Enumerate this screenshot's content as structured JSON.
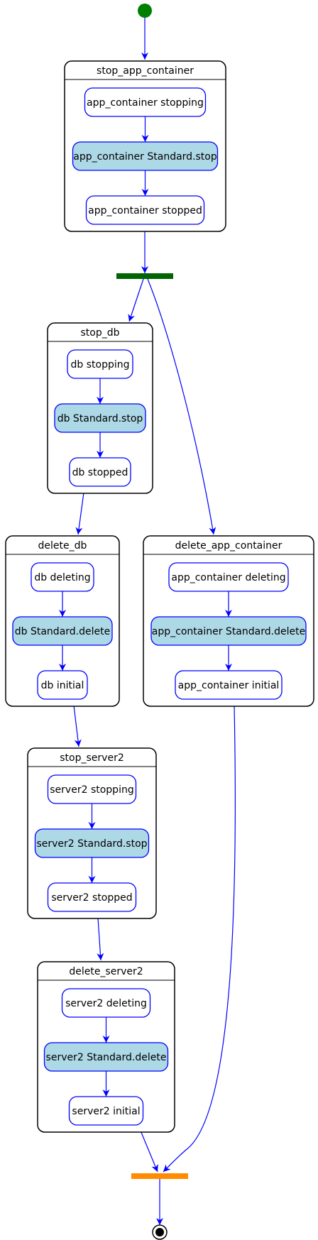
{
  "colors": {
    "edge": "#0000ff",
    "substate_border": "#0000ff",
    "action_fill": "#add8e6",
    "composite_border": "#000000",
    "initial_node": "#008000",
    "fork_bar": "#006400",
    "join_bar": "#ff8c00"
  },
  "composites": [
    {
      "id": "stop_app_container",
      "title": "stop_app_container",
      "steps": [
        "app_container stopping",
        "app_container Standard.stop",
        "app_container stopped"
      ]
    },
    {
      "id": "stop_db",
      "title": "stop_db",
      "steps": [
        "db stopping",
        "db Standard.stop",
        "db stopped"
      ]
    },
    {
      "id": "delete_db",
      "title": "delete_db",
      "steps": [
        "db deleting",
        "db Standard.delete",
        "db initial"
      ]
    },
    {
      "id": "delete_app_container",
      "title": "delete_app_container",
      "steps": [
        "app_container deleting",
        "app_container Standard.delete",
        "app_container initial"
      ]
    },
    {
      "id": "stop_server2",
      "title": "stop_server2",
      "steps": [
        "server2 stopping",
        "server2 Standard.stop",
        "server2 stopped"
      ]
    },
    {
      "id": "delete_server2",
      "title": "delete_server2",
      "steps": [
        "server2 deleting",
        "server2 Standard.delete",
        "server2 initial"
      ]
    }
  ],
  "nodes": {
    "start": {
      "icon": "initial-node-icon"
    },
    "fork": {
      "icon": "fork-bar"
    },
    "join": {
      "icon": "join-bar"
    },
    "end": {
      "icon": "final-node-icon"
    }
  }
}
